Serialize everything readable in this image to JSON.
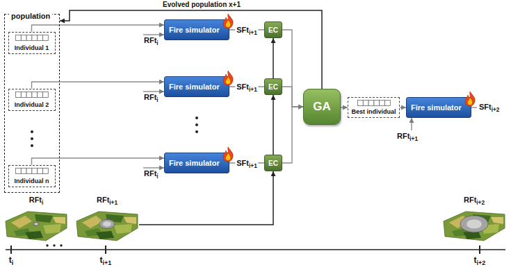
{
  "diagram": {
    "nodes": [
      {
        "text": [
          "population"
        ]
      },
      {
        "text": [
          "Individual 1"
        ],
        "in": 0
      },
      {
        "text": [
          "Individual 2"
        ],
        "in": 0
      },
      {
        "text": [
          "Individual n"
        ],
        "in": 0
      },
      {
        "text": [
          "Fire simulator"
        ]
      },
      {
        "text": [
          "Fire simulator"
        ]
      },
      {
        "text": [
          "Fire simulator"
        ]
      },
      {
        "text": [
          "EC"
        ]
      },
      {
        "text": [
          "EC"
        ]
      },
      {
        "text": [
          "EC"
        ]
      },
      {
        "text": [
          "GA"
        ]
      },
      {
        "text": [
          "Best individual"
        ]
      },
      {
        "text": [
          "Fire simulator"
        ]
      },
      {
        "text": [
          "RFti"
        ]
      },
      {
        "text": [
          "RFti+1"
        ]
      },
      {
        "text": [
          "RFti+2"
        ]
      }
    ],
    "edges": [
      {
        "from": 1,
        "to": 4,
        "arrow": "to"
      },
      {
        "from": 2,
        "to": 5,
        "arrow": "to"
      },
      {
        "from": 3,
        "to": 6,
        "arrow": "to"
      },
      {
        "from": 4,
        "to": 7,
        "label": "SFti+1",
        "arrow": "none"
      },
      {
        "from": 5,
        "to": 8,
        "label": "SFti+1",
        "arrow": "none"
      },
      {
        "from": 6,
        "to": 9,
        "label": "SFti+1",
        "arrow": "none"
      },
      {
        "from": 7,
        "to": 10,
        "arrow": "to"
      },
      {
        "from": 8,
        "to": 10,
        "arrow": "to"
      },
      {
        "from": 9,
        "to": 10,
        "arrow": "to"
      },
      {
        "from": 14,
        "to": 9,
        "arrow": "to"
      },
      {
        "from": 9,
        "to": 8,
        "arrow": "to"
      },
      {
        "from": 8,
        "to": 7,
        "arrow": "to"
      },
      {
        "from": 10,
        "to": 11,
        "arrow": "to"
      },
      {
        "from": 11,
        "to": 12,
        "arrow": "to"
      },
      {
        "from": 10,
        "to": 0,
        "label": "Evolved population x+1",
        "arrow": "to"
      }
    ],
    "labels": [
      "RFti",
      "RFti",
      "RFti",
      "RFti+1",
      "SFti+2",
      "ti",
      "ti+1",
      "ti+2"
    ]
  }
}
